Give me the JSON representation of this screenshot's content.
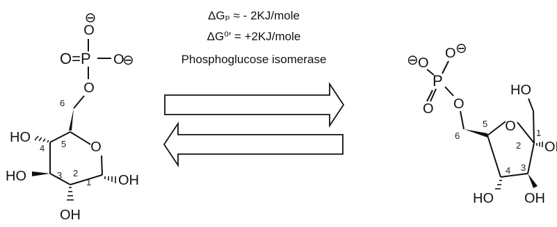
{
  "reaction": {
    "delta_g_p": "ΔGₚ ≈ - 2KJ/mole",
    "delta_g_std": "ΔG⁰′ = +2KJ/mole",
    "enzyme": "Phosphoglucose isomerase"
  },
  "glucose6p": {
    "charge": "⊖",
    "o_top": "O",
    "o_double": "O=P",
    "o_right": "O",
    "o_link": "O",
    "c6": "6",
    "ring_o": "O",
    "c5": "5",
    "c4": "4",
    "c3": "3",
    "c2": "2",
    "c1": "1",
    "oh4": "HO",
    "oh3": "HO",
    "oh2": "OH",
    "oh1": "OH"
  },
  "fructose6p": {
    "charge": "⊖",
    "o_left": "O",
    "o_top": "O",
    "p": "P",
    "o_double": "O",
    "o_link": "O",
    "c6": "6",
    "c5": "5",
    "ring_o": "O",
    "c1": "1",
    "c2": "2",
    "c3": "3",
    "c4": "4",
    "ho_top": "HO",
    "oh2": "OH",
    "oh3": "OH",
    "oh4": "HO"
  }
}
